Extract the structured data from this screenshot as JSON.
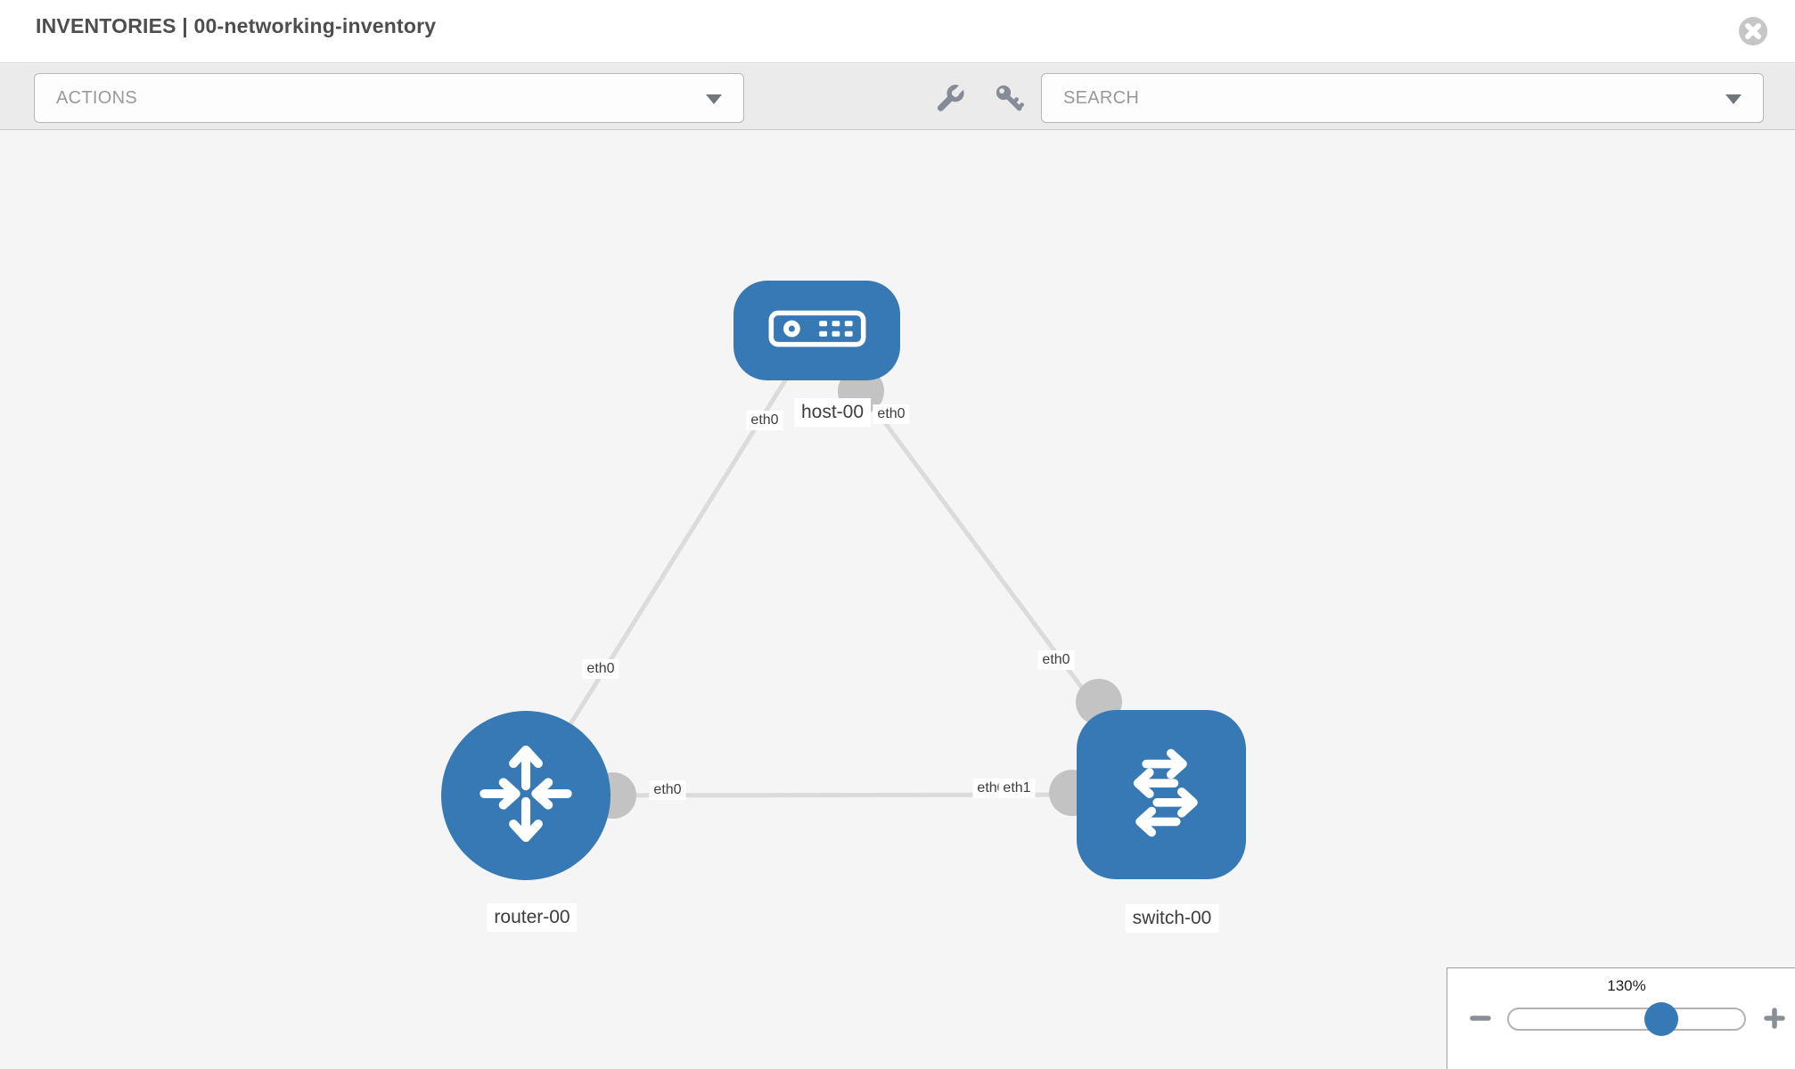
{
  "header": {
    "title": "INVENTORIES | 00-networking-inventory",
    "close_icon": "x-circle-icon"
  },
  "toolbar": {
    "actions_dropdown": {
      "selected_value": "ACTIONS",
      "caret_icon": "chevron-down-icon"
    },
    "wrench_icon": "wrench-icon",
    "key_icon": "key-icon",
    "search_dropdown": {
      "selected_value": "SEARCH",
      "caret_icon": "chevron-down-icon"
    }
  },
  "topology": {
    "nodes": [
      {
        "id": "host-00",
        "label": "host-00",
        "type": "host",
        "icon": "server-icon"
      },
      {
        "id": "router-00",
        "label": "router-00",
        "type": "router",
        "icon": "route-arrows-icon"
      },
      {
        "id": "switch-00",
        "label": "switch-00",
        "type": "switch",
        "icon": "switch-arrows-icon"
      }
    ],
    "links": [
      {
        "from": "host-00",
        "from_port": "eth0",
        "to": "router-00",
        "to_port": "eth0"
      },
      {
        "from": "host-00",
        "from_port": "eth0",
        "to": "switch-00",
        "to_port": "eth0"
      },
      {
        "from": "router-00",
        "from_port": "eth0",
        "to": "switch-00",
        "to_port": "eth1"
      }
    ],
    "port_labels": {
      "host_left": "eth0",
      "host_right": "eth0",
      "router_top": "eth0",
      "switch_top": "eth0",
      "router_right": "eth0",
      "switch_left_under": "eth0",
      "switch_left_over": "eth1"
    },
    "colors": {
      "node_blue": "#3779b5",
      "connector_gray": "#c3c3c3",
      "link_gray": "#dbdbdb",
      "canvas_bg": "#f5f5f5",
      "toolbar_bg": "#ebebeb"
    }
  },
  "zoom_control": {
    "level": "130%",
    "minus_icon": "minus-icon",
    "plus_icon": "plus-icon",
    "slider_percent": 66
  }
}
